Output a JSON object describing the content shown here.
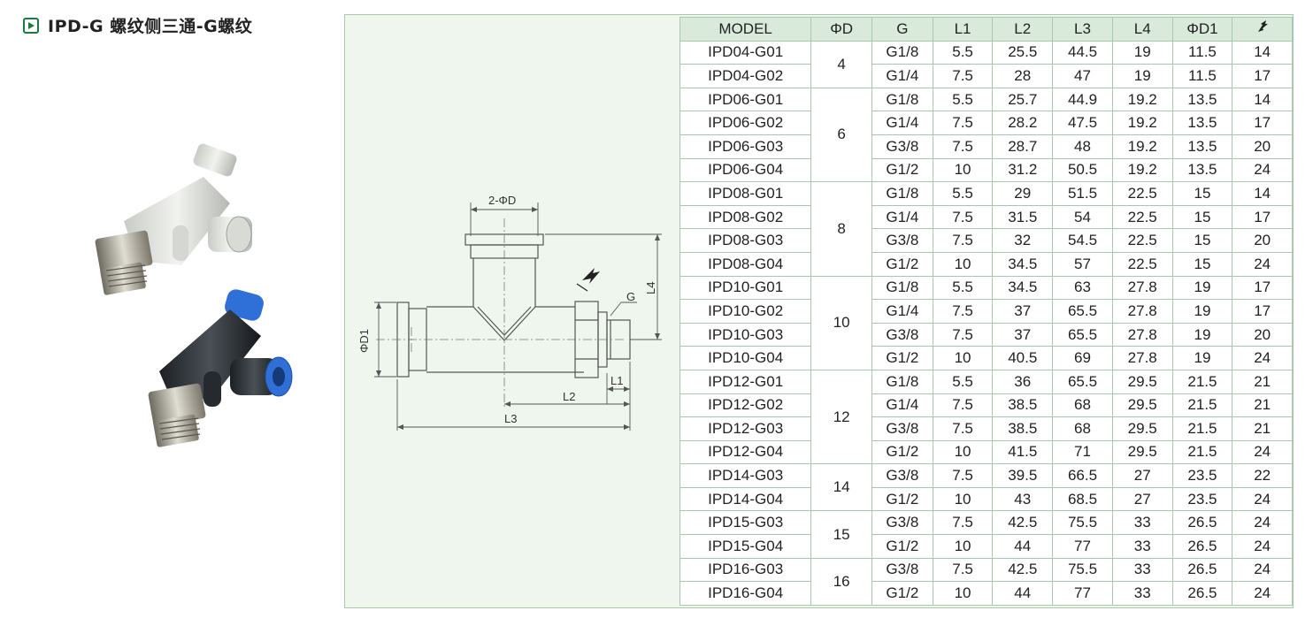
{
  "header": {
    "title": "IPD-G 螺纹侧三通-G螺纹"
  },
  "photos": {
    "icon": "fitting-photo-icon"
  },
  "drawing": {
    "labels": {
      "two_phi_d": "2-ΦD",
      "phi_d1": "ΦD1",
      "l1": "L1",
      "l2": "L2",
      "l3": "L3",
      "l4": "L4",
      "g": "G"
    },
    "icons": [
      "wrench-icon"
    ]
  },
  "table": {
    "headers": [
      "MODEL",
      "ΦD",
      "G",
      "L1",
      "L2",
      "L3",
      "L4",
      "ΦD1"
    ],
    "wrench_header_icon": "wrench-icon",
    "groups": [
      {
        "od": "4",
        "rows": [
          [
            "IPD04-G01",
            "G1/8",
            "5.5",
            "25.5",
            "44.5",
            "19",
            "11.5",
            "14"
          ],
          [
            "IPD04-G02",
            "G1/4",
            "7.5",
            "28",
            "47",
            "19",
            "11.5",
            "17"
          ]
        ]
      },
      {
        "od": "6",
        "rows": [
          [
            "IPD06-G01",
            "G1/8",
            "5.5",
            "25.7",
            "44.9",
            "19.2",
            "13.5",
            "14"
          ],
          [
            "IPD06-G02",
            "G1/4",
            "7.5",
            "28.2",
            "47.5",
            "19.2",
            "13.5",
            "17"
          ],
          [
            "IPD06-G03",
            "G3/8",
            "7.5",
            "28.7",
            "48",
            "19.2",
            "13.5",
            "20"
          ],
          [
            "IPD06-G04",
            "G1/2",
            "10",
            "31.2",
            "50.5",
            "19.2",
            "13.5",
            "24"
          ]
        ]
      },
      {
        "od": "8",
        "rows": [
          [
            "IPD08-G01",
            "G1/8",
            "5.5",
            "29",
            "51.5",
            "22.5",
            "15",
            "14"
          ],
          [
            "IPD08-G02",
            "G1/4",
            "7.5",
            "31.5",
            "54",
            "22.5",
            "15",
            "17"
          ],
          [
            "IPD08-G03",
            "G3/8",
            "7.5",
            "32",
            "54.5",
            "22.5",
            "15",
            "20"
          ],
          [
            "IPD08-G04",
            "G1/2",
            "10",
            "34.5",
            "57",
            "22.5",
            "15",
            "24"
          ]
        ]
      },
      {
        "od": "10",
        "rows": [
          [
            "IPD10-G01",
            "G1/8",
            "5.5",
            "34.5",
            "63",
            "27.8",
            "19",
            "17"
          ],
          [
            "IPD10-G02",
            "G1/4",
            "7.5",
            "37",
            "65.5",
            "27.8",
            "19",
            "17"
          ],
          [
            "IPD10-G03",
            "G3/8",
            "7.5",
            "37",
            "65.5",
            "27.8",
            "19",
            "20"
          ],
          [
            "IPD10-G04",
            "G1/2",
            "10",
            "40.5",
            "69",
            "27.8",
            "19",
            "24"
          ]
        ]
      },
      {
        "od": "12",
        "rows": [
          [
            "IPD12-G01",
            "G1/8",
            "5.5",
            "36",
            "65.5",
            "29.5",
            "21.5",
            "21"
          ],
          [
            "IPD12-G02",
            "G1/4",
            "7.5",
            "38.5",
            "68",
            "29.5",
            "21.5",
            "21"
          ],
          [
            "IPD12-G03",
            "G3/8",
            "7.5",
            "38.5",
            "68",
            "29.5",
            "21.5",
            "21"
          ],
          [
            "IPD12-G04",
            "G1/2",
            "10",
            "41.5",
            "71",
            "29.5",
            "21.5",
            "24"
          ]
        ]
      },
      {
        "od": "14",
        "rows": [
          [
            "IPD14-G03",
            "G3/8",
            "7.5",
            "39.5",
            "66.5",
            "27",
            "23.5",
            "22"
          ],
          [
            "IPD14-G04",
            "G1/2",
            "10",
            "43",
            "68.5",
            "27",
            "23.5",
            "24"
          ]
        ]
      },
      {
        "od": "15",
        "rows": [
          [
            "IPD15-G03",
            "G3/8",
            "7.5",
            "42.5",
            "75.5",
            "33",
            "26.5",
            "24"
          ],
          [
            "IPD15-G04",
            "G1/2",
            "10",
            "44",
            "77",
            "33",
            "26.5",
            "24"
          ]
        ]
      },
      {
        "od": "16",
        "rows": [
          [
            "IPD16-G03",
            "G3/8",
            "7.5",
            "42.5",
            "75.5",
            "33",
            "26.5",
            "24"
          ],
          [
            "IPD16-G04",
            "G1/2",
            "10",
            "44",
            "77",
            "33",
            "26.5",
            "24"
          ]
        ]
      }
    ]
  }
}
